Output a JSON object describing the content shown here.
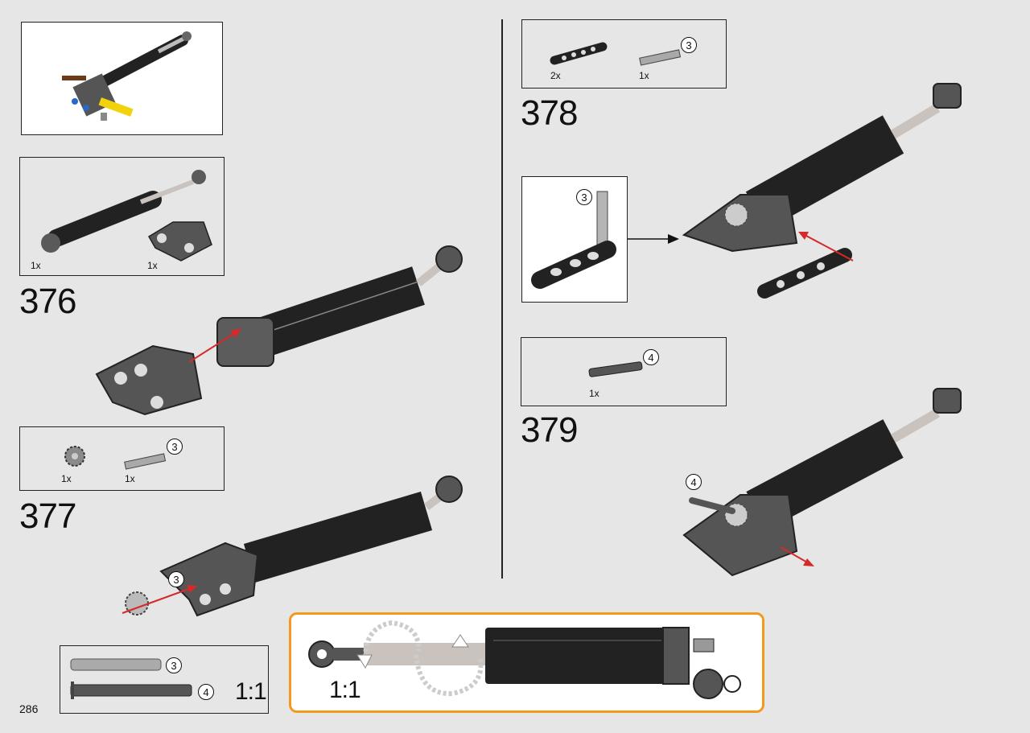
{
  "page_number": "286",
  "colors": {
    "orange_frame": "#f29a1f",
    "arrow_red": "#d52a2a",
    "part_dark": "#333333",
    "part_gray": "#6b6b6b"
  },
  "steps": [
    {
      "number": "376",
      "parts": [
        {
          "qty": "1x"
        },
        {
          "qty": "1x"
        }
      ]
    },
    {
      "number": "377",
      "parts": [
        {
          "qty": "1x"
        },
        {
          "qty": "1x",
          "callout": "3"
        }
      ],
      "model_callout": "3"
    },
    {
      "number": "378",
      "parts": [
        {
          "qty": "2x"
        },
        {
          "qty": "1x",
          "callout": "3"
        }
      ],
      "subassembly_callout": "3"
    },
    {
      "number": "379",
      "parts": [
        {
          "qty": "1x",
          "callout": "4"
        }
      ],
      "model_callout": "4"
    }
  ],
  "axle_reference": {
    "callouts": [
      "3",
      "4"
    ],
    "scale": "1:1"
  },
  "orange_panel": {
    "scale": "1:1"
  }
}
